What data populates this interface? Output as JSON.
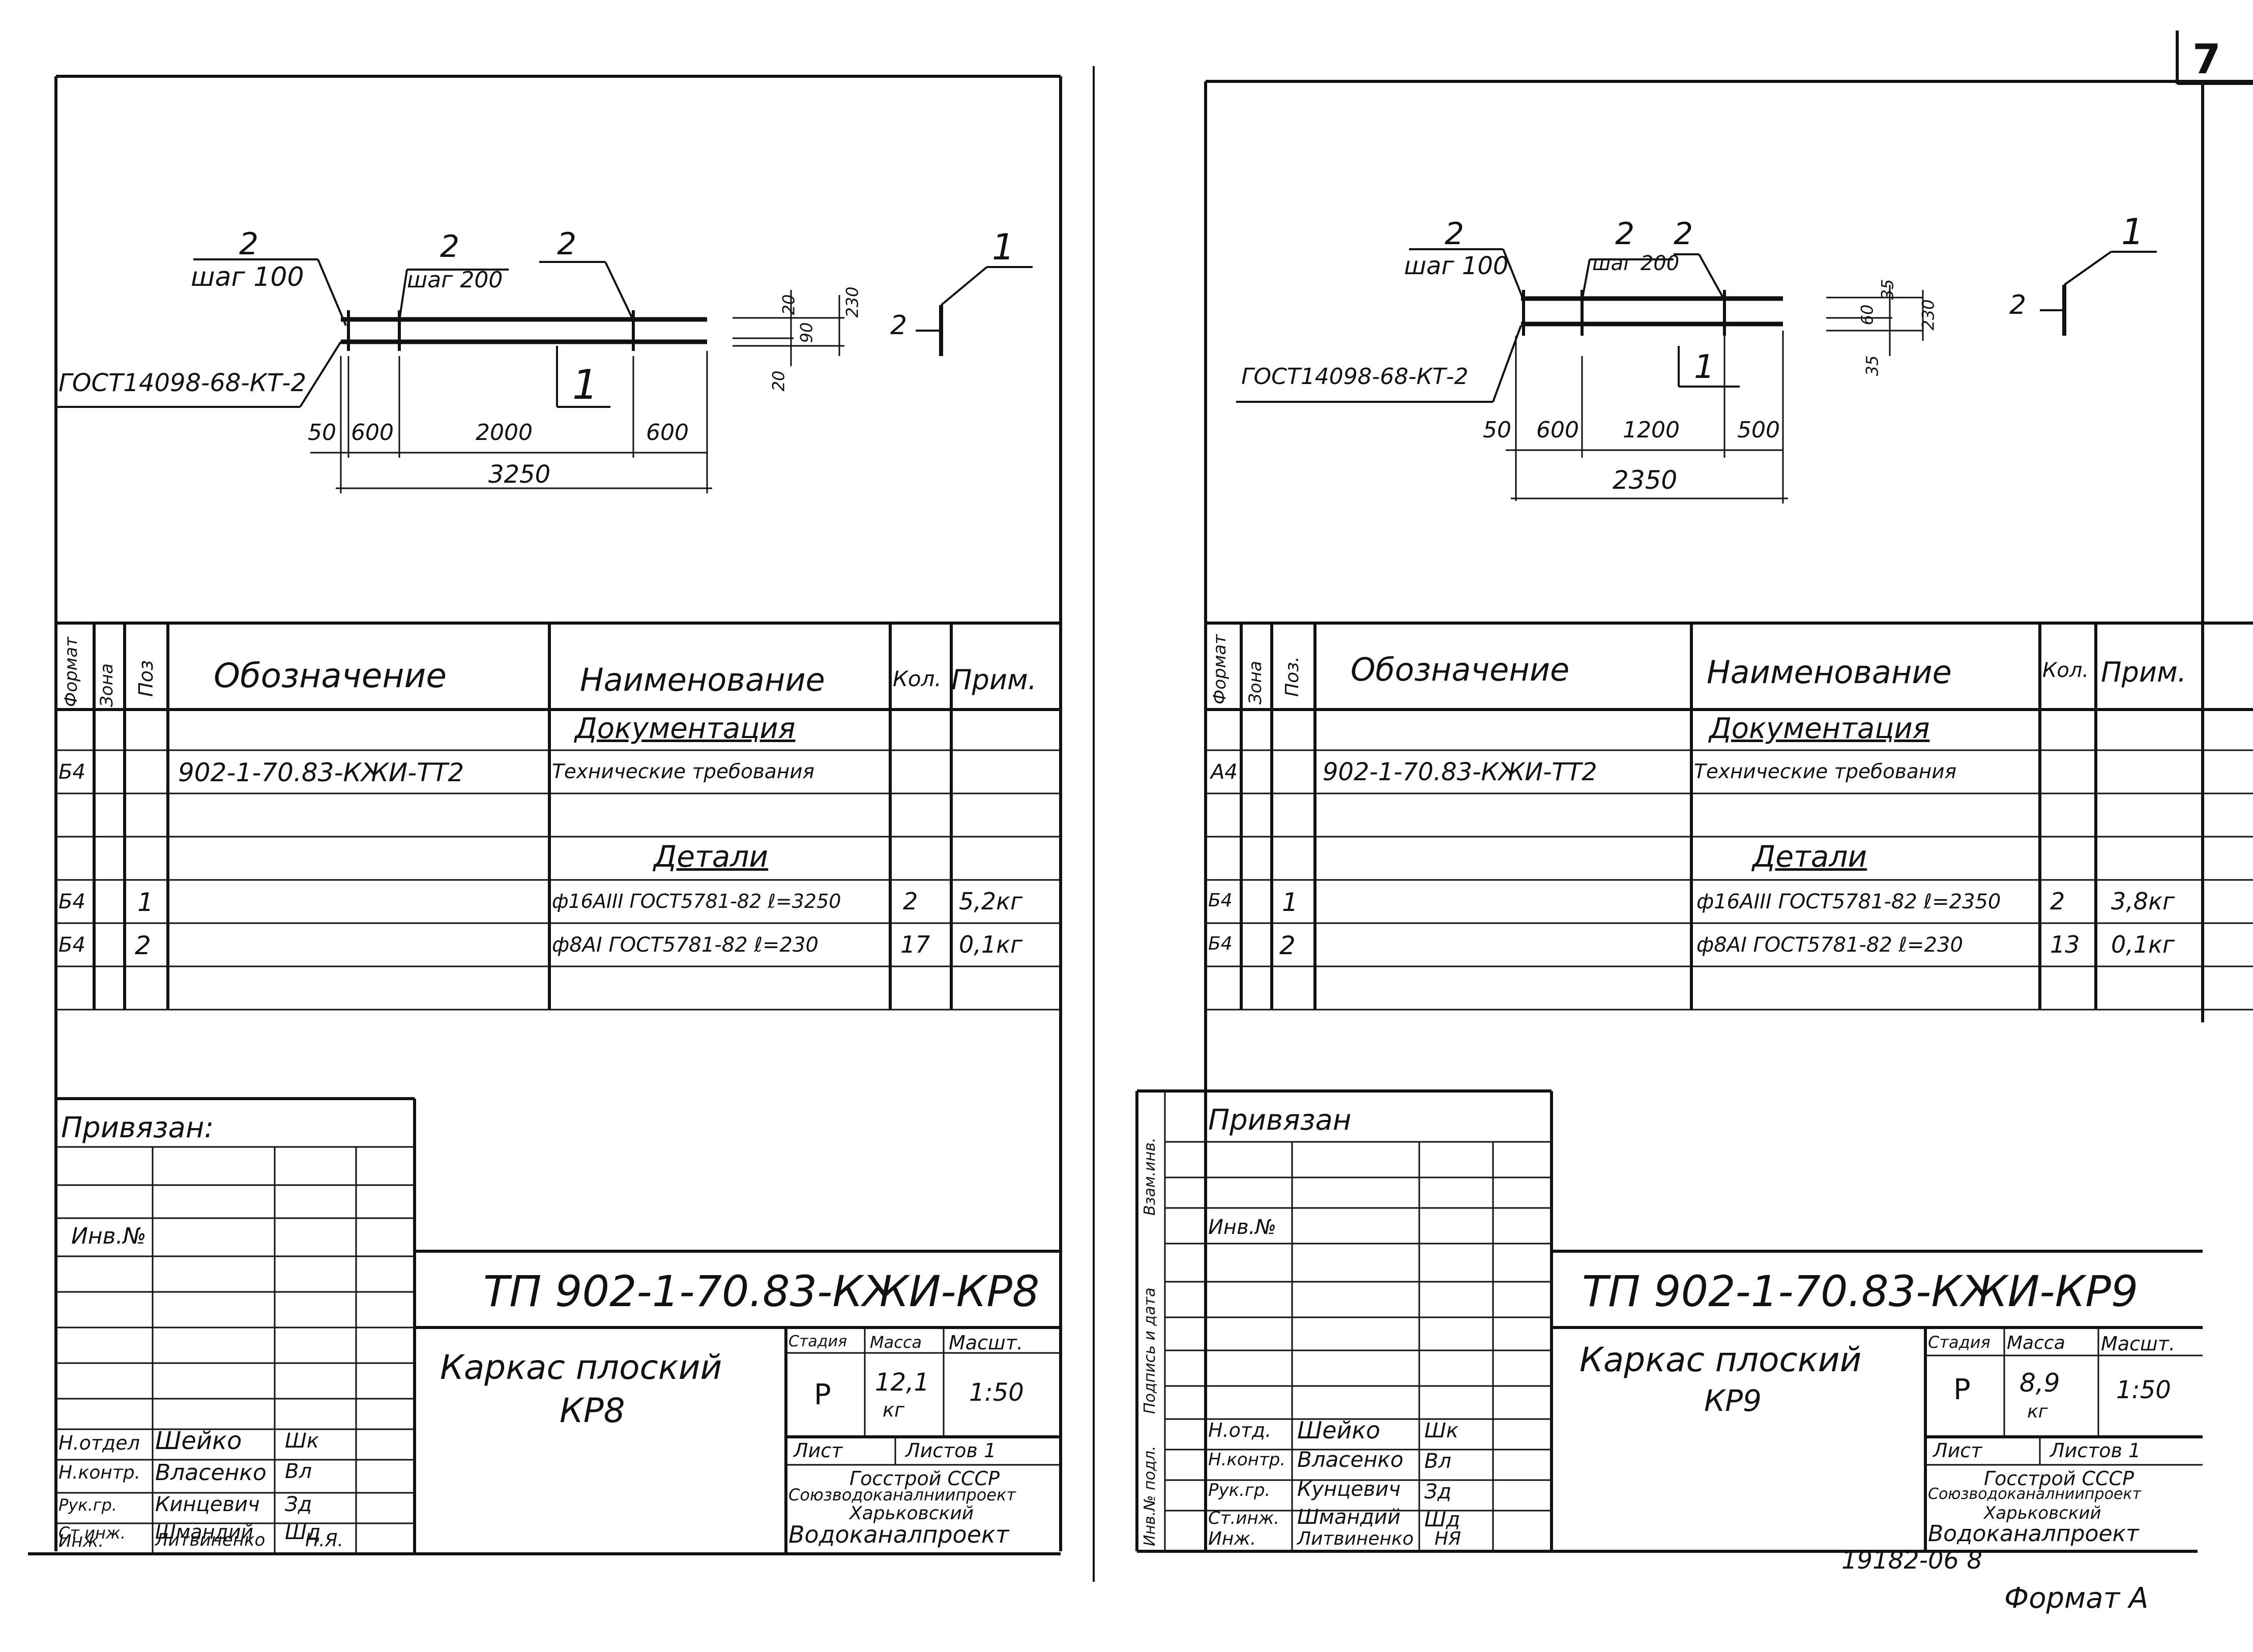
{
  "page_number": "7",
  "archive_number": "19182-06 8",
  "format_label": "Формат А",
  "sheets": [
    {
      "drawing": {
        "pos2_left": "2",
        "pitch_left": "шаг 100",
        "pos2_mid": "2",
        "pitch_mid": "шаг 200",
        "pos2_right": "2",
        "pos1": "1",
        "gost": "ГОСТ14098-68-КТ-2",
        "dims_bottom": [
          "50",
          "600",
          "2000",
          "600"
        ],
        "dim_total": "3250",
        "section_dims": [
          "20",
          "90",
          "20",
          "230"
        ],
        "side_pos2": "2",
        "side_pos1": "1"
      },
      "spec_headers": {
        "format": "Формат",
        "zone": "Зона",
        "pos": "Поз",
        "designation": "Обозначение",
        "name": "Наименование",
        "qty": "Кол.",
        "note": "Прим."
      },
      "spec_rows": [
        {
          "format": "",
          "zone": "",
          "pos": "",
          "designation": "",
          "name": "Документация",
          "qty": "",
          "note": "",
          "heading": true
        },
        {
          "format": "Б4",
          "zone": "",
          "pos": "",
          "designation": "902-1-70.83-КЖИ-ТТ2",
          "name": "Технические требования",
          "qty": "",
          "note": ""
        },
        {
          "format": "",
          "zone": "",
          "pos": "",
          "designation": "",
          "name": "",
          "qty": "",
          "note": ""
        },
        {
          "format": "",
          "zone": "",
          "pos": "",
          "designation": "",
          "name": "Детали",
          "qty": "",
          "note": "",
          "heading": true
        },
        {
          "format": "Б4",
          "zone": "",
          "pos": "1",
          "designation": "",
          "name": "ф16АIII ГОСТ5781-82 ℓ=3250",
          "qty": "2",
          "note": "5,2кг"
        },
        {
          "format": "Б4",
          "zone": "",
          "pos": "2",
          "designation": "",
          "name": "ф8АI ГОСТ5781-82 ℓ=230",
          "qty": "17",
          "note": "0,1кг"
        }
      ],
      "stamp": {
        "bound_label": "Привязан:",
        "inv_label": "Инв.№",
        "doc_code": "ТП 902-1-70.83-КЖИ-КР8",
        "title_line1": "Каркас плоский",
        "title_line2": "КР8",
        "stage_label": "Стадия",
        "mass_label": "Масса",
        "scale_label": "Масшт.",
        "stage": "Р",
        "mass": "12,1",
        "mass_unit": "кг",
        "scale": "1:50",
        "sheet_label": "Лист",
        "sheets_label": "Листов 1",
        "org_line1": "Госстрой СССР",
        "org_line2": "Союзводоканалниипроект",
        "org_line3": "Харьковский",
        "org_line4": "Водоканалпроект",
        "people": [
          {
            "role": "Н.отдел",
            "name": "Шейко",
            "sign": "Шк"
          },
          {
            "role": "Н.контр.",
            "name": "Власенко",
            "sign": "Вл"
          },
          {
            "role": "Рук.гр.",
            "name": "Кинцевич",
            "sign": "Зд"
          },
          {
            "role": "Ст.инж.",
            "name": "Шмандий",
            "sign": "Шд"
          },
          {
            "role": "Инж.",
            "name": "Литвиненко",
            "sign": "Н.Я."
          }
        ]
      }
    },
    {
      "drawing": {
        "pos2_left": "2",
        "pitch_left": "шаг 100",
        "pos2_mid": "2",
        "pitch_mid": "шаг 200",
        "pos2_right": "2",
        "pos1": "1",
        "gost": "ГОСТ14098-68-КТ-2",
        "dims_bottom": [
          "50",
          "600",
          "1200",
          "500"
        ],
        "dim_total": "2350",
        "section_dims": [
          "35",
          "60",
          "35",
          "230"
        ],
        "side_pos2": "2",
        "side_pos1": "1"
      },
      "spec_headers": {
        "format": "Формат",
        "zone": "Зона",
        "pos": "Поз.",
        "designation": "Обозначение",
        "name": "Наименование",
        "qty": "Кол.",
        "note": "Прим."
      },
      "spec_rows": [
        {
          "format": "",
          "zone": "",
          "pos": "",
          "designation": "",
          "name": "Документация",
          "qty": "",
          "note": "",
          "heading": true
        },
        {
          "format": "А4",
          "zone": "",
          "pos": "",
          "designation": "902-1-70.83-КЖИ-ТТ2",
          "name": "Технические требования",
          "qty": "",
          "note": ""
        },
        {
          "format": "",
          "zone": "",
          "pos": "",
          "designation": "",
          "name": "",
          "qty": "",
          "note": ""
        },
        {
          "format": "",
          "zone": "",
          "pos": "",
          "designation": "",
          "name": "Детали",
          "qty": "",
          "note": "",
          "heading": true
        },
        {
          "format": "Б4",
          "zone": "",
          "pos": "1",
          "designation": "",
          "name": "ф16АIII ГОСТ5781-82 ℓ=2350",
          "qty": "2",
          "note": "3,8кг"
        },
        {
          "format": "Б4",
          "zone": "",
          "pos": "2",
          "designation": "",
          "name": "ф8АI ГОСТ5781-82 ℓ=230",
          "qty": "13",
          "note": "0,1кг"
        }
      ],
      "stamp": {
        "bound_label": "Привязан",
        "inv_label": "Инв.№",
        "doc_code": "ТП 902-1-70.83-КЖИ-КР9",
        "title_line1": "Каркас плоский",
        "title_line2": "КР9",
        "stage_label": "Стадия",
        "mass_label": "Масса",
        "scale_label": "Масшт.",
        "stage": "Р",
        "mass": "8,9",
        "mass_unit": "кг",
        "scale": "1:50",
        "sheet_label": "Лист",
        "sheets_label": "Листов 1",
        "org_line1": "Госстрой СССР",
        "org_line2": "Союзводоканалниипроект",
        "org_line3": "Харьковский",
        "org_line4": "Водоканалпроект",
        "side_labels": [
          "Взам.инв.",
          "Подпись и дата",
          "Инв.№ подл."
        ],
        "people": [
          {
            "role": "Н.отд.",
            "name": "Шейко",
            "sign": "Шк"
          },
          {
            "role": "Н.контр.",
            "name": "Власенко",
            "sign": "Вл"
          },
          {
            "role": "Рук.гр.",
            "name": "Кунцевич",
            "sign": "Зд"
          },
          {
            "role": "Ст.инж.",
            "name": "Шмандий",
            "sign": "Шд"
          },
          {
            "role": "Инж.",
            "name": "Литвиненко",
            "sign": "НЯ"
          }
        ]
      }
    }
  ]
}
